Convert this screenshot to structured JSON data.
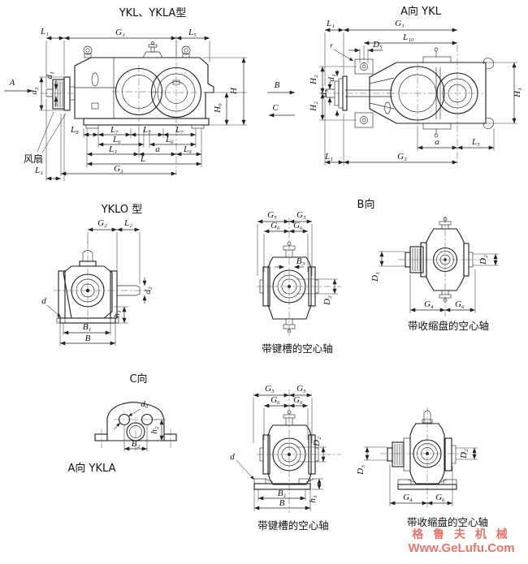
{
  "page": {
    "background": "#ffffff",
    "line_color": "#1c1c1c"
  },
  "titles": {
    "side_view": "YKL、YKLA型",
    "top_view": "A向 YKL",
    "yklo": "YKLO 型",
    "b_view": "B向",
    "c_view": "C向",
    "a_view_ykla": "A向 YKLA"
  },
  "captions": {
    "keyway_mid": "带键槽的空心轴",
    "shrink_mid": "带收缩盘的空心轴",
    "keyway_bottom": "带键槽的空心轴",
    "shrink_bottom": "带收缩盘的空心轴"
  },
  "labels": {
    "fan": "风扇",
    "view_a": "A",
    "view_b": "B",
    "view_c": "C",
    "radius": "r"
  },
  "dims": {
    "side_view": {
      "l1_top": "L₁",
      "g1": "G₁",
      "l5": "L₅",
      "d3": "d₃",
      "d1": "d₁",
      "h": "H",
      "h0": "H₀",
      "l8": "L₈",
      "l7": "L₇",
      "l6": "L₆",
      "l3": "L₃",
      "a": "a",
      "l9": "L₉",
      "l": "L",
      "g3": "G₃",
      "l1_bottom": "L₁"
    },
    "top_view": {
      "l1_top": "L₁",
      "g1": "G₁",
      "l10": "L₁₀",
      "d5": "D₅",
      "h2_upper": "H₂",
      "h2_lower": "H₂",
      "d1": "d₁",
      "d3": "d₃",
      "h1": "H₁",
      "a": "a",
      "l5": "L₅",
      "g3": "G₃",
      "l1_bottom": "L₁"
    },
    "yklo": {
      "g2": "G₂",
      "l2": "L₂",
      "d2": "d₂",
      "d": "d",
      "h1": "h₁",
      "b1": "B₁",
      "b": "B"
    },
    "keyway_mid": {
      "g5": "G₅",
      "g6": "G₆",
      "b3": "B₃",
      "d2": "D₂"
    },
    "shrink_mid": {
      "d3": "D₃",
      "d2": "D₂",
      "g4": "G₄",
      "g6": "G₆"
    },
    "c_view": {
      "d0": "d₀",
      "h2": "h₂",
      "b2": "B₂"
    },
    "keyway_bottom": {
      "g5": "G₅",
      "g6": "G₆",
      "d": "d",
      "d2": "D₂",
      "h1": "h₁",
      "b1": "B₁",
      "b": "B"
    },
    "shrink_bottom": {
      "d3": "D₃",
      "d2": "D₂",
      "g4": "G₄",
      "g6": "G₆"
    }
  },
  "watermark": {
    "line1": "格 鲁 夫 机 械",
    "line2": "Www.GeLufu.Com",
    "color": "#e4766b"
  }
}
